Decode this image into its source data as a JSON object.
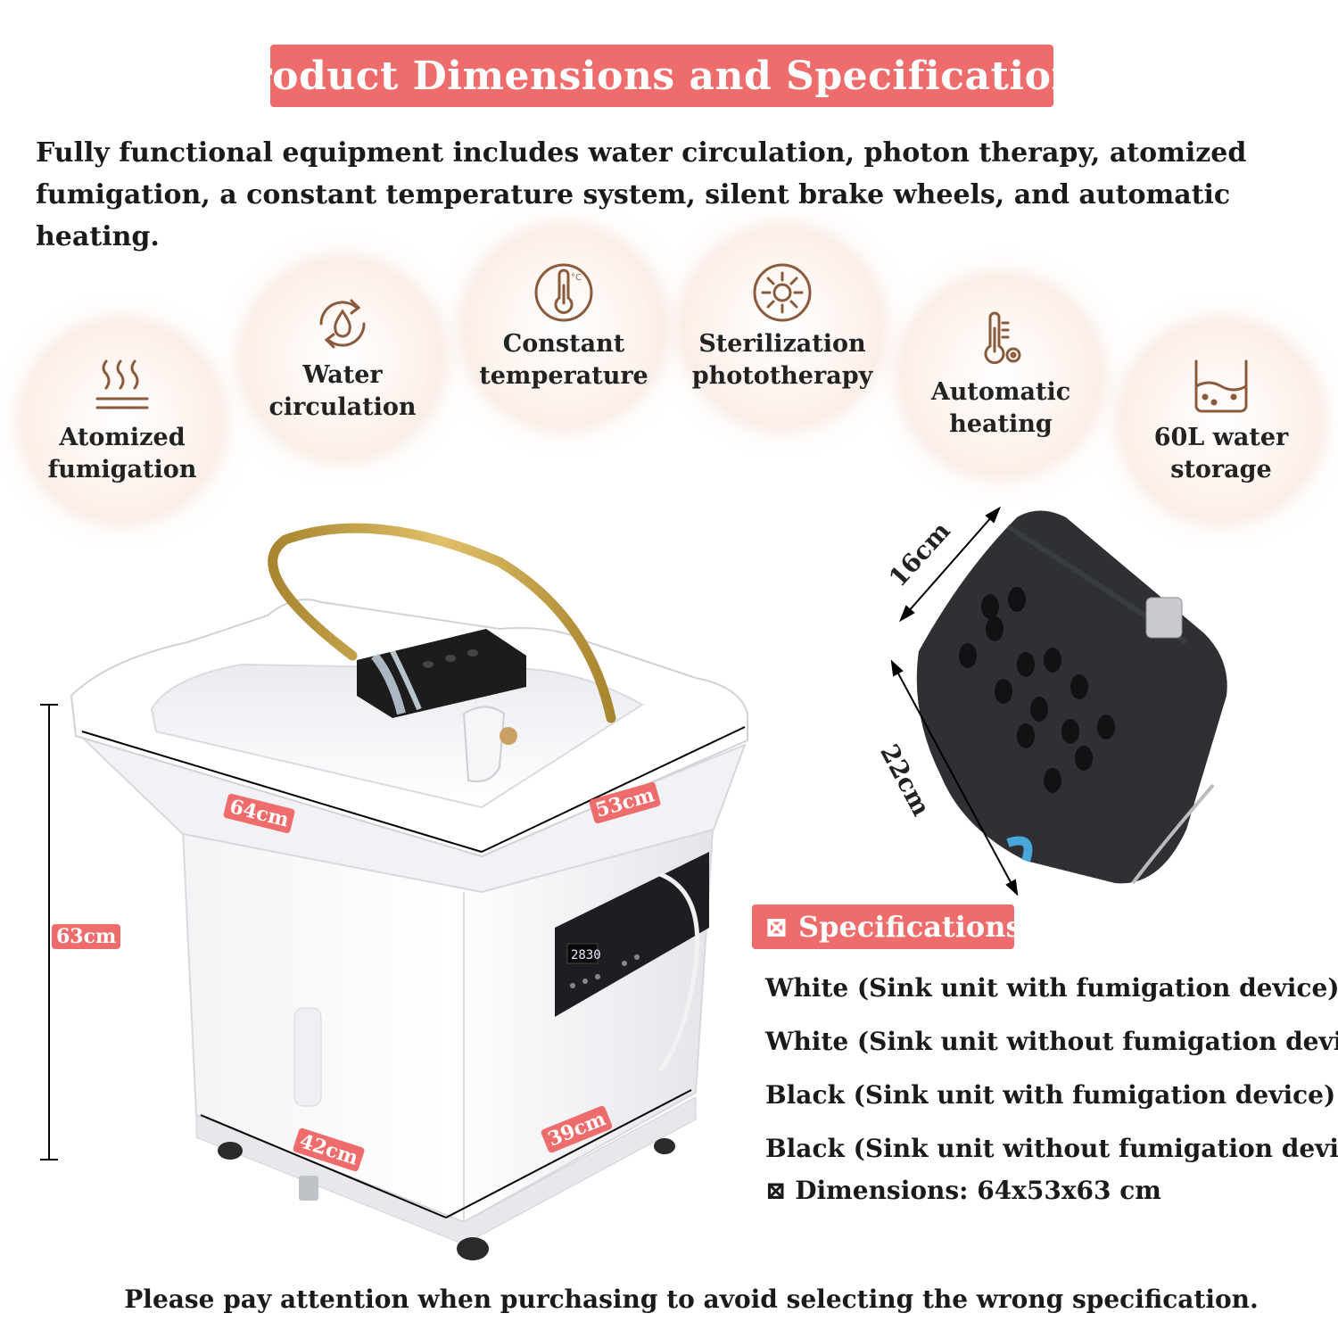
{
  "title": "Product Dimensions and Specifications",
  "intro": "Fully functional equipment includes water circulation, photon therapy, atomized fumigation, a constant temperature system, silent brake wheels, and automatic heating.",
  "features": [
    {
      "label_1": "Atomized",
      "label_2": "fumigation",
      "icon": "steam-icon"
    },
    {
      "label_1": "Water",
      "label_2": "circulation",
      "icon": "water-cycle-icon"
    },
    {
      "label_1": "Constant",
      "label_2": "temperature",
      "icon": "thermometer-icon"
    },
    {
      "label_1": "Sterilization",
      "label_2": "phototherapy",
      "icon": "sun-icon"
    },
    {
      "label_1": "Automatic",
      "label_2": "heating",
      "icon": "heating-icon"
    },
    {
      "label_1": "60L water",
      "label_2": "storage",
      "icon": "water-tank-icon"
    }
  ],
  "sink_dimensions": {
    "width": "64cm",
    "depth": "53cm",
    "height": "63cm",
    "base_width": "42cm",
    "base_depth": "39cm"
  },
  "pad_dimensions": {
    "width": "16cm",
    "length": "22cm"
  },
  "display_reading": "2830",
  "specifications": {
    "heading": "⊠ Specifications:",
    "items": [
      "White (Sink unit with fumigation device)",
      "White (Sink unit without fumigation device)",
      "Black (Sink unit with fumigation device)",
      "Black (Sink unit without fumigation device)"
    ],
    "dimensions": "⊠ Dimensions: 64x53x63 cm"
  },
  "footer": "Please pay attention when purchasing to avoid selecting the wrong specification.",
  "colors": {
    "accent": "#ee6c6c",
    "icon_brown": "#8a5a3c",
    "pipe_gold": "#c9a54a"
  }
}
